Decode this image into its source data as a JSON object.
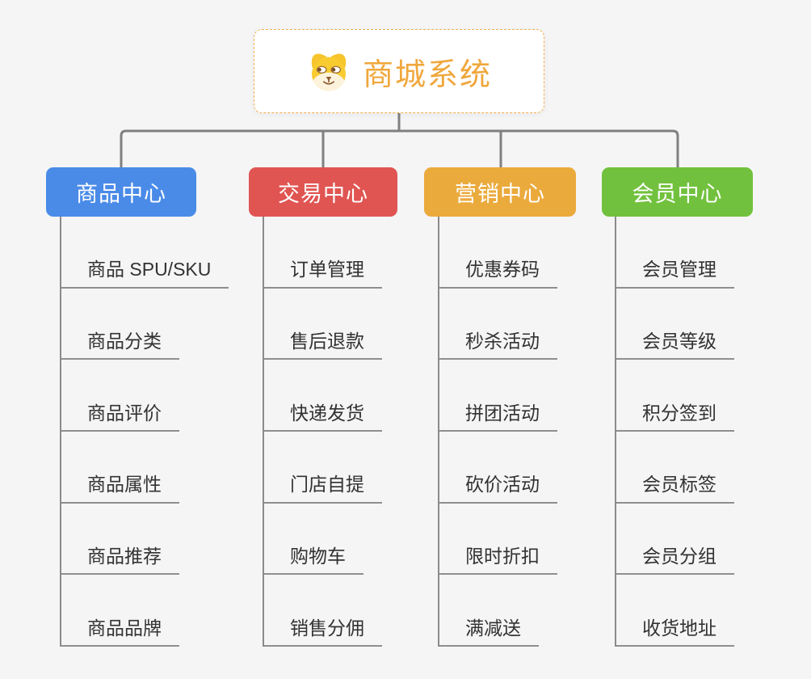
{
  "root": {
    "title": "商城系统",
    "icon": "dog-face-icon",
    "accent_color": "#f0a73c",
    "border_color": "#f2b04a"
  },
  "connector_color": "#808080",
  "branches": [
    {
      "label": "商品中心",
      "color": "#4a8be8",
      "children": [
        "商品 SPU/SKU",
        "商品分类",
        "商品评价",
        "商品属性",
        "商品推荐",
        "商品品牌"
      ]
    },
    {
      "label": "交易中心",
      "color": "#e05552",
      "children": [
        "订单管理",
        "售后退款",
        "快递发货",
        "门店自提",
        "购物车",
        "销售分佣"
      ]
    },
    {
      "label": "营销中心",
      "color": "#ebaa3c",
      "children": [
        "优惠券码",
        "秒杀活动",
        "拼团活动",
        "砍价活动",
        "限时折扣",
        "满减送"
      ]
    },
    {
      "label": "会员中心",
      "color": "#72c13e",
      "children": [
        "会员管理",
        "会员等级",
        "积分签到",
        "会员标签",
        "会员分组",
        "收货地址"
      ]
    }
  ]
}
